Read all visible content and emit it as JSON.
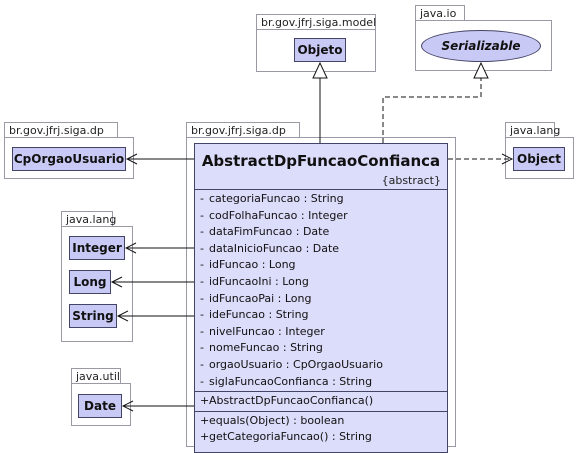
{
  "packages": {
    "model": "br.gov.jfrj.siga.model",
    "io": "java.io",
    "dp_left": "br.gov.jfrj.siga.dp",
    "dp_main": "br.gov.jfrj.siga.dp",
    "lang_right": "java.lang",
    "lang_left": "java.lang",
    "util": "java.util"
  },
  "classes": {
    "objeto": "Objeto",
    "serializable": "Serializable",
    "orgao_usuario": "CpOrgaoUsuario",
    "object": "Object",
    "integer": "Integer",
    "long": "Long",
    "string": "String",
    "date": "Date"
  },
  "main_class": {
    "name": "AbstractDpFuncaoConfianca",
    "stereotype": "{abstract}",
    "attributes": [
      {
        "vis": "-",
        "text": "categoriaFuncao : String"
      },
      {
        "vis": "-",
        "text": "codFolhaFuncao : Integer"
      },
      {
        "vis": "-",
        "text": "dataFimFuncao : Date"
      },
      {
        "vis": "-",
        "text": "dataInicioFuncao : Date"
      },
      {
        "vis": "-",
        "text": "idFuncao : Long"
      },
      {
        "vis": "-",
        "text": "idFuncaoIni : Long"
      },
      {
        "vis": "-",
        "text": "idFuncaoPai : Long"
      },
      {
        "vis": "-",
        "text": "ideFuncao : String"
      },
      {
        "vis": "-",
        "text": "nivelFuncao : Integer"
      },
      {
        "vis": "-",
        "text": "nomeFuncao : String"
      },
      {
        "vis": "-",
        "text": "orgaoUsuario : CpOrgaoUsuario"
      },
      {
        "vis": "-",
        "text": "siglaFuncaoConfianca : String"
      }
    ],
    "constructors": [
      {
        "vis": "+",
        "text": "AbstractDpFuncaoConfianca()"
      }
    ],
    "methods": [
      {
        "vis": "+",
        "text": "equals(Object) : boolean"
      },
      {
        "vis": "+",
        "text": "getCategoriaFuncao() : String"
      }
    ]
  },
  "colors": {
    "class_fill": "#c9c9f5",
    "main_fill": "#dcdcfb",
    "border": "#444466",
    "package_border": "#9a9aa6"
  }
}
